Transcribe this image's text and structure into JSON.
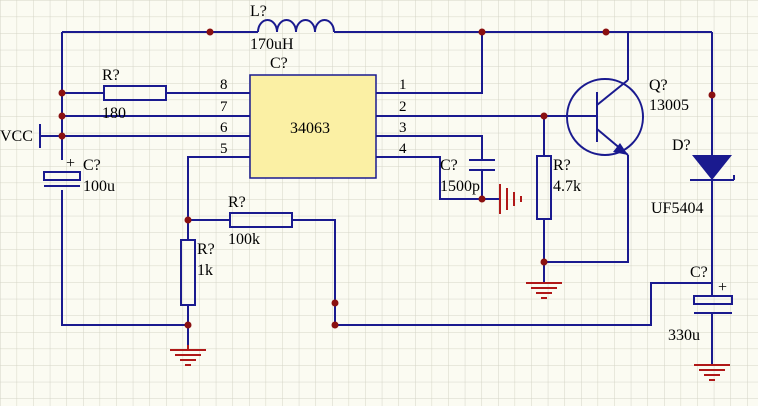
{
  "colors": {
    "background": "#fbfbf2",
    "grid": "#d4d4c6",
    "wire": "#1a1a8f",
    "ground": "#b01818",
    "junction": "#8a1010",
    "ic_fill": "#fbf0a4",
    "label": "#000000"
  },
  "labels": {
    "inductor_ref": "L?",
    "inductor_value": "170uH",
    "ic_ref": "C?",
    "ic_part": "34063",
    "pin1": "1",
    "pin2": "2",
    "pin3": "3",
    "pin4": "4",
    "pin5": "5",
    "pin6": "6",
    "pin7": "7",
    "pin8": "8",
    "r_sense_ref": "R?",
    "r_sense_value": "180",
    "vcc": "VCC",
    "c_in_ref": "C?",
    "c_in_value": "100u",
    "c_in_plus": "+",
    "r_fb_top_ref": "R?",
    "r_fb_top_value": "100k",
    "r_fb_bot_ref": "R?",
    "r_fb_bot_value": "1k",
    "c_timing_ref": "C?",
    "c_timing_value": "1500p",
    "r_base_ref": "R?",
    "r_base_value": "4.7k",
    "q_ref": "Q?",
    "q_part": "13005",
    "d_ref": "D?",
    "d_part": "UF5404",
    "c_out_ref": "C?",
    "c_out_value": "330u",
    "c_out_plus": "+"
  }
}
